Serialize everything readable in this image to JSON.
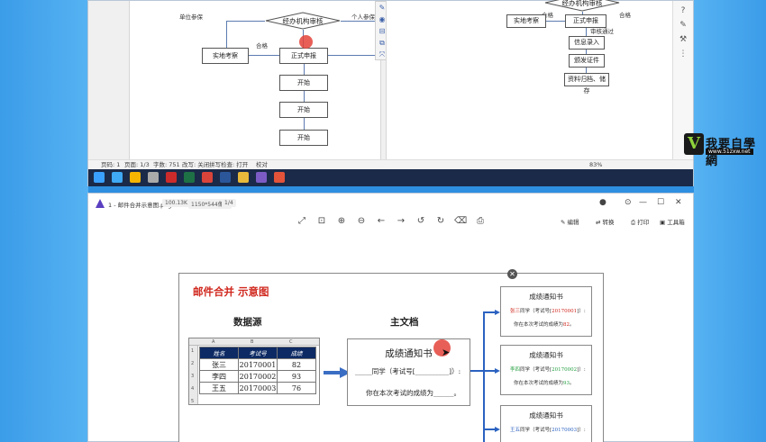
{
  "word": {
    "flowchart_left": {
      "unit_party": "单位参保",
      "review": "经办机构审核",
      "personal": "个人参保",
      "pass": "合格",
      "site_check": "实地考察",
      "formal_report": "正式申报",
      "start_1": "开始",
      "start_2": "开始",
      "start_3": "开始"
    },
    "flowchart_right": {
      "review": "经办机构审核",
      "site_check": "实地考察",
      "pass_a": "合格",
      "pass_b": "合格",
      "formal_report": "正式申报",
      "audit_pass": "审核通过",
      "info_entry": "信息录入",
      "issue_cert": "颁发证件",
      "archive": "资料归档、储存"
    },
    "status": {
      "page": "页码: 1",
      "pages": "页面: 1/3",
      "words": "字数: 751",
      "revise": "改写: 关闭",
      "spell": "拼写检查: 打开",
      "check": "校对",
      "zoom": "83%"
    },
    "watermark": {
      "logo": "V",
      "text": "我要自學網",
      "url": "www.51zxw.net"
    }
  },
  "viewer": {
    "title": "1 - 邮件合并示意图.png",
    "size": "100.13K",
    "dims": "1150*544像素",
    "page": "1/4",
    "edit": "编辑",
    "convert": "转换",
    "print": "打印",
    "toolbox": "工具箱",
    "canvas": {
      "title": "邮件合并 示意图",
      "source_label": "数据源",
      "main_doc_label": "主文档",
      "sheet": {
        "cols": [
          "A",
          "B",
          "C"
        ],
        "rows": [
          "1",
          "2",
          "3",
          "4",
          "5"
        ],
        "header": [
          "姓名",
          "考试号",
          "成绩"
        ],
        "data": [
          [
            "张三",
            "20170001",
            "82"
          ],
          [
            "李四",
            "20170002",
            "93"
          ],
          [
            "王五",
            "20170003",
            "76"
          ]
        ]
      },
      "notice": {
        "title": "成绩通知书",
        "line1": "_____同学（考试号[__________]）:",
        "line2": "你在本次考试的成绩为______。"
      },
      "outputs": [
        {
          "title": "成绩通知书",
          "name": "张三",
          "id": "20170001",
          "score": "82",
          "pre": "同学（考试号[",
          "post": "]）:",
          "line2pre": "你在本次考试的成绩为",
          "line2post": "。"
        },
        {
          "title": "成绩通知书",
          "name": "李四",
          "id": "20170002",
          "score": "93",
          "pre": "同学（考试号[",
          "post": "]）:",
          "line2pre": "你在本次考试的成绩为",
          "line2post": "。"
        },
        {
          "title": "成绩通知书",
          "name": "王五",
          "id": "20170003",
          "pre": "同学（考试号[",
          "post": "]）:"
        }
      ]
    }
  }
}
